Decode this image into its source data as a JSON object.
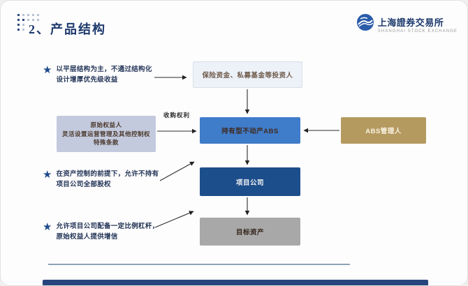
{
  "header": {
    "title": "2、产品结构",
    "logo_title": "上海證券交易所",
    "logo_subtitle": "SHANGHAI STOCK EXCHANGE"
  },
  "bullets": {
    "flat_structure": "以平层结构为主，不通过结构化设计增厚优先级收益",
    "asset_control": "在资产控制的前提下，允许不持有项目公司全部股权",
    "leverage_pre": "允许项目公司配备",
    "leverage_bold": "一定比例杠杆",
    "leverage_post": "，原始权益人提供增信"
  },
  "diagram": {
    "investors_box": "保险资金、私募基金等投资人",
    "original_holder_line1": "原始权益人",
    "original_holder_line2": "灵活设置运营管理及其他控制权特殊条款",
    "acquisition_arrow_label": "收购权利",
    "abs_box": "持有型不动产ABS",
    "manager_box": "ABS管理人",
    "project_company_box": "项目公司",
    "target_asset_box": "目标资产"
  },
  "colors": {
    "accent_navy": "#1e3a6d",
    "abs_blue": "#3f7cc9",
    "project_navy": "#1d4e8c",
    "manager_gold": "#b59a60",
    "asset_gray": "#a8a8a8",
    "holder_lavender": "#c3cade",
    "investors_light": "#edf1f8"
  }
}
